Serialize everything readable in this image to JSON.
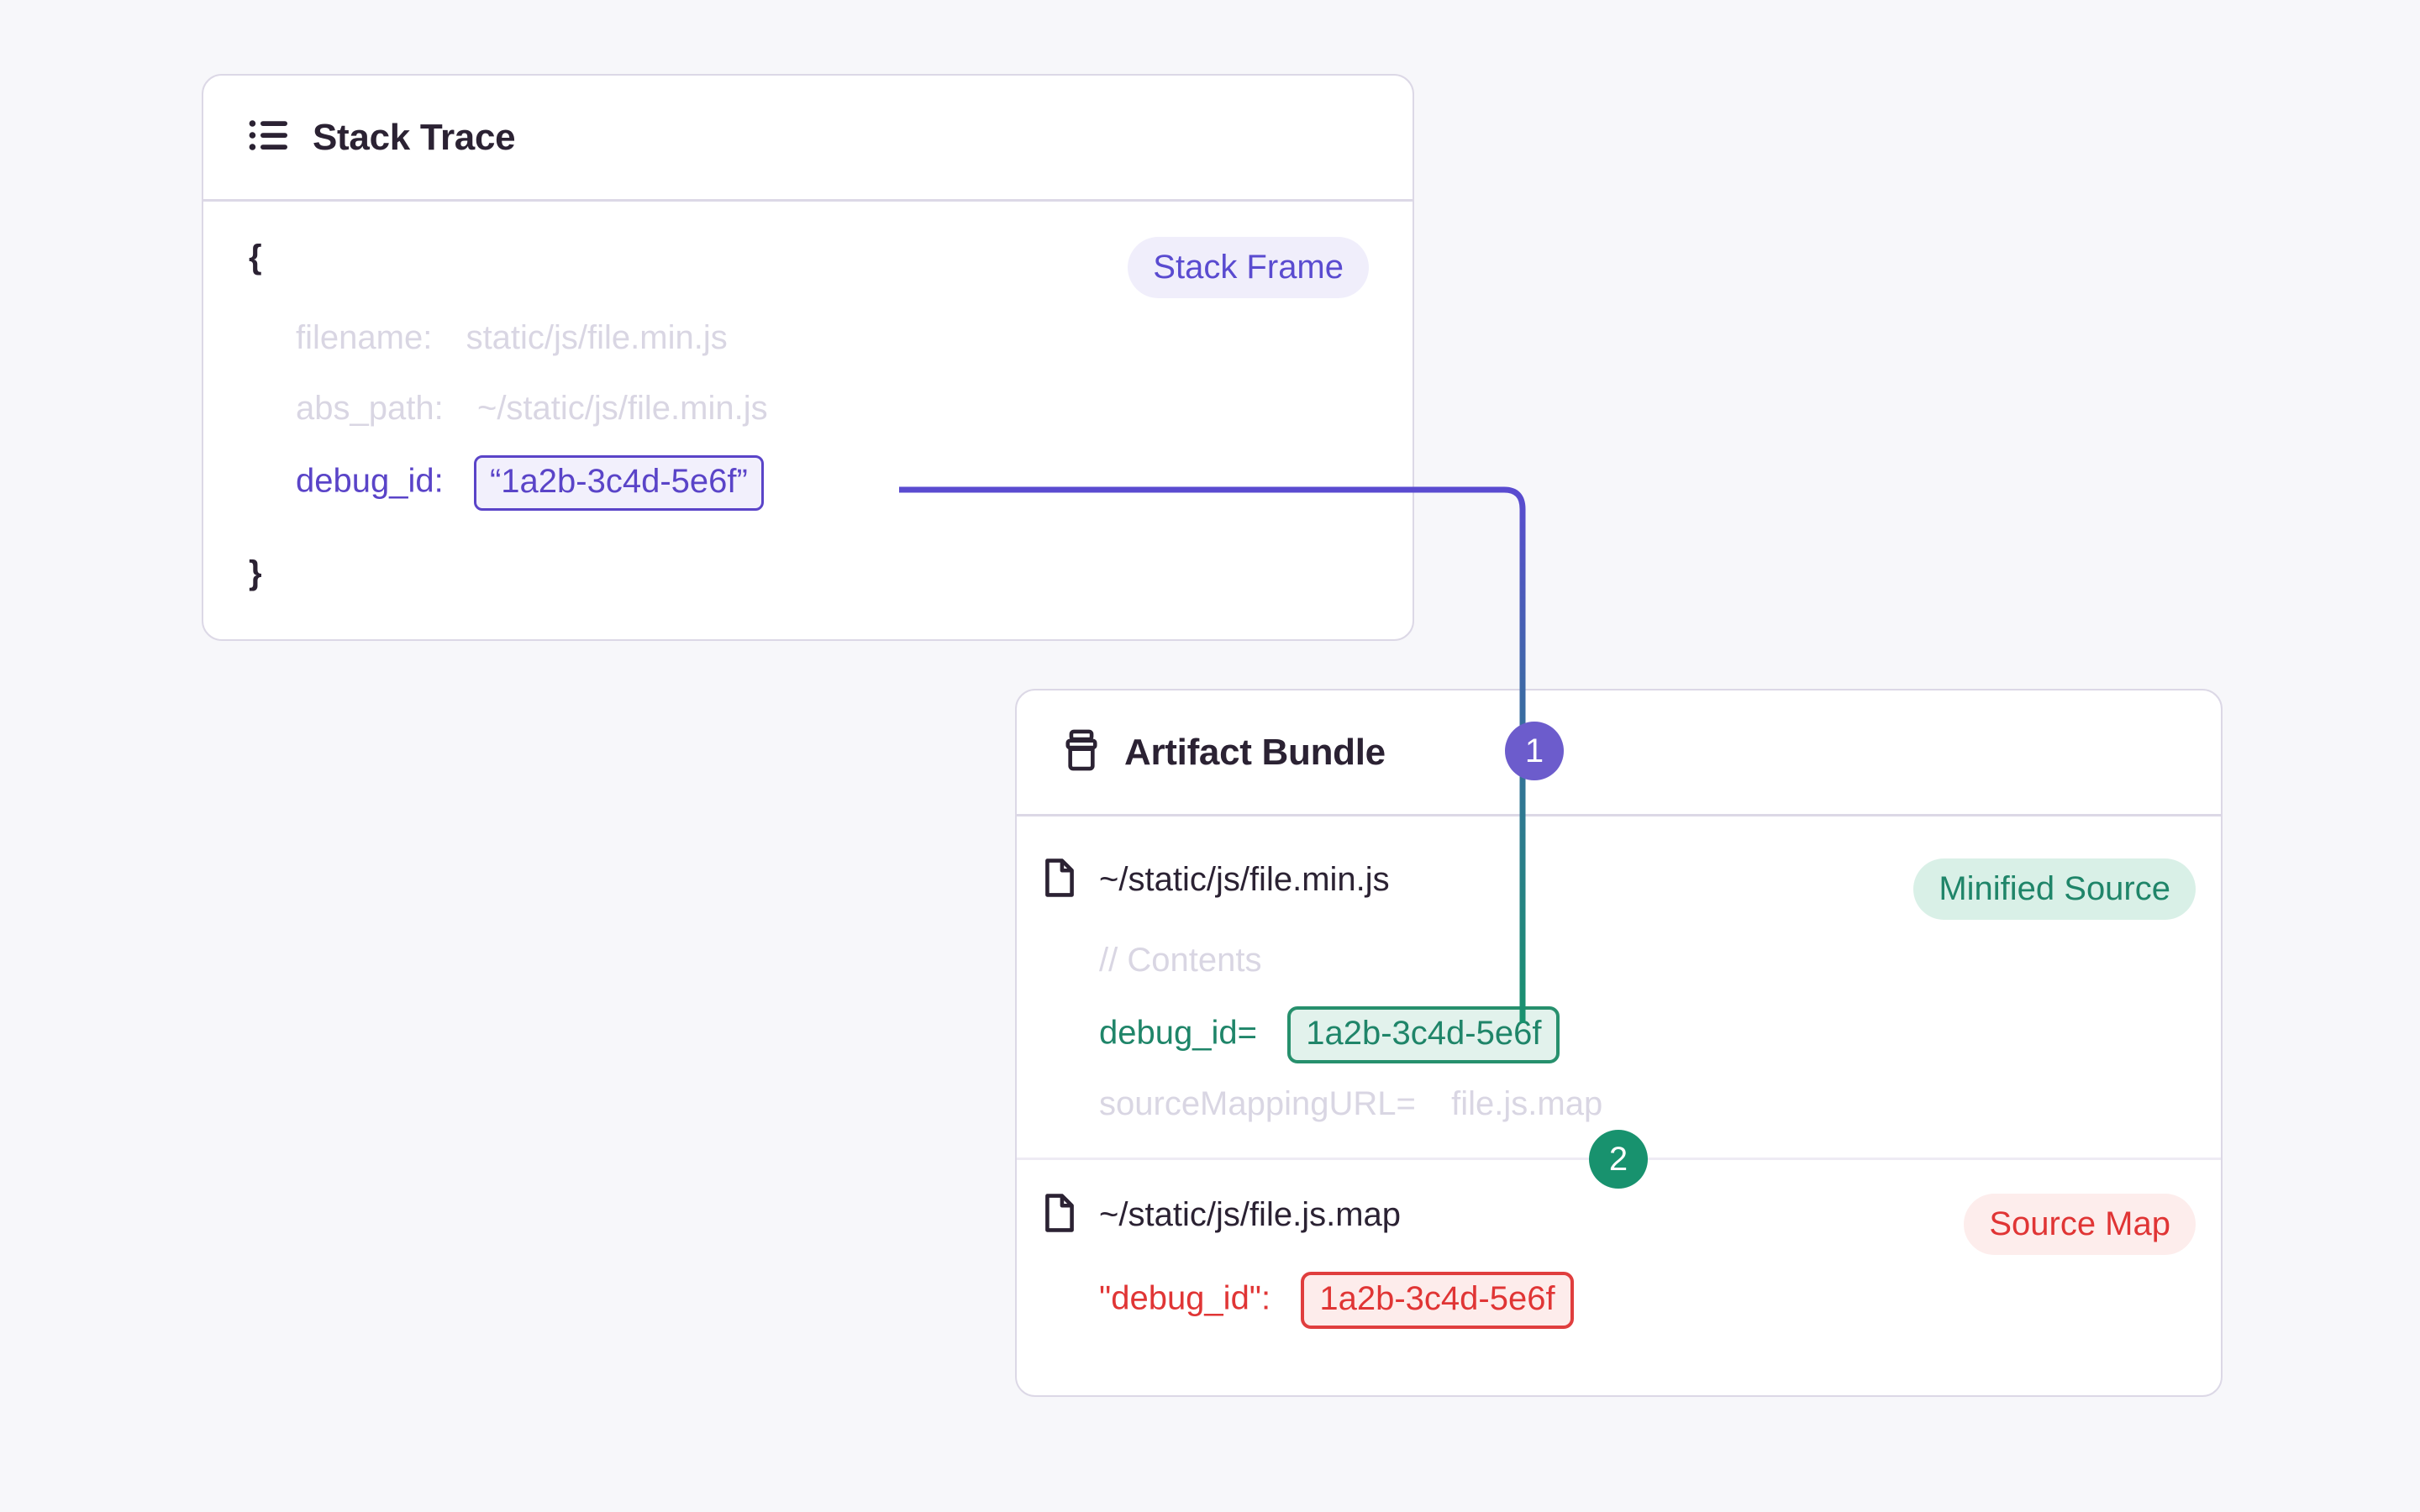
{
  "stack_trace": {
    "title": "Stack Trace",
    "icon": "list-icon",
    "badge": "Stack Frame",
    "open_brace": "{",
    "close_brace": "}",
    "fields": [
      {
        "key": "filename:",
        "value": "static/js/file.min.js"
      },
      {
        "key": "abs_path:",
        "value": "~/static/js/file.min.js"
      },
      {
        "key": "debug_id:",
        "value": "“1a2b-3c4d-5e6f”"
      }
    ]
  },
  "artifact_bundle": {
    "title": "Artifact Bundle",
    "icon": "archive-icon",
    "files": [
      {
        "name": "~/static/js/file.min.js",
        "pill": "Minified Source",
        "comment": "// Contents",
        "debug_key": "debug_id=",
        "debug_value": "1a2b-3c4d-5e6f",
        "source_map_key": "sourceMappingURL=",
        "source_map_value": "file.js.map"
      },
      {
        "name": "~/static/js/file.js.map",
        "pill": "Source Map",
        "debug_key": "\"debug_id\":",
        "debug_value": "1a2b-3c4d-5e6f"
      }
    ]
  },
  "steps": [
    {
      "label": "1",
      "color": "#6c5ccc"
    },
    {
      "label": "2",
      "color": "#18926e"
    }
  ],
  "colors": {
    "page_background": "#f7f7fa",
    "card_background": "#ffffff",
    "card_border": "#dcd8e6",
    "purple": "#5a44c8",
    "purple_pill_bg": "#f0eefb",
    "green": "#1f8569",
    "green_pill_bg": "#d9f0e7",
    "red": "#e03535",
    "red_pill_bg": "#fdedec",
    "muted_text": "#d9d6e3",
    "heading_text": "#2b2233"
  }
}
